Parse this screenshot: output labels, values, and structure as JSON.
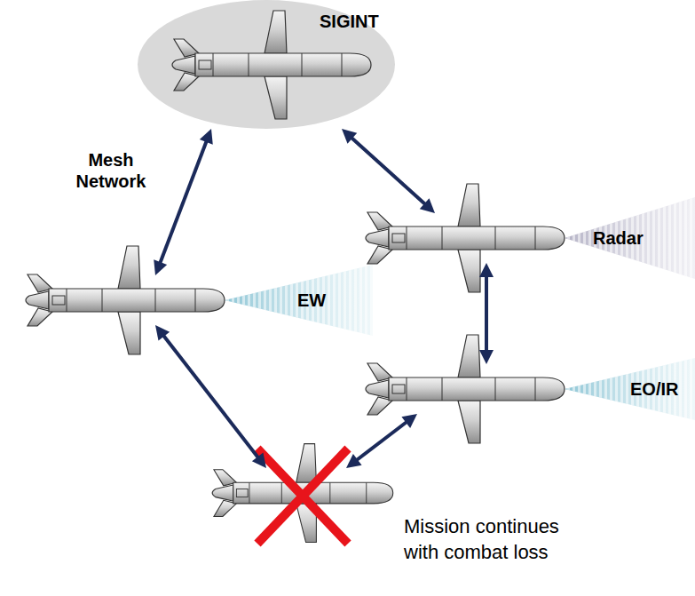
{
  "diagram": {
    "nodes": [
      {
        "text": [
          "SIGINT"
        ]
      },
      {
        "text": [
          "Radar"
        ]
      },
      {
        "text": [
          "EW"
        ]
      },
      {
        "text": [
          "EO/IR"
        ]
      },
      {
        "text": [
          "Mission continues with combat loss"
        ]
      }
    ],
    "edges": [
      {
        "from": 0,
        "to": 2,
        "arrow": "both"
      },
      {
        "from": 0,
        "to": 1,
        "arrow": "both"
      },
      {
        "from": 1,
        "to": 3,
        "arrow": "both"
      },
      {
        "from": 2,
        "to": 4,
        "arrow": "both"
      },
      {
        "from": 3,
        "to": 4,
        "arrow": "both"
      }
    ],
    "labels": [
      "Mesh Network"
    ]
  }
}
